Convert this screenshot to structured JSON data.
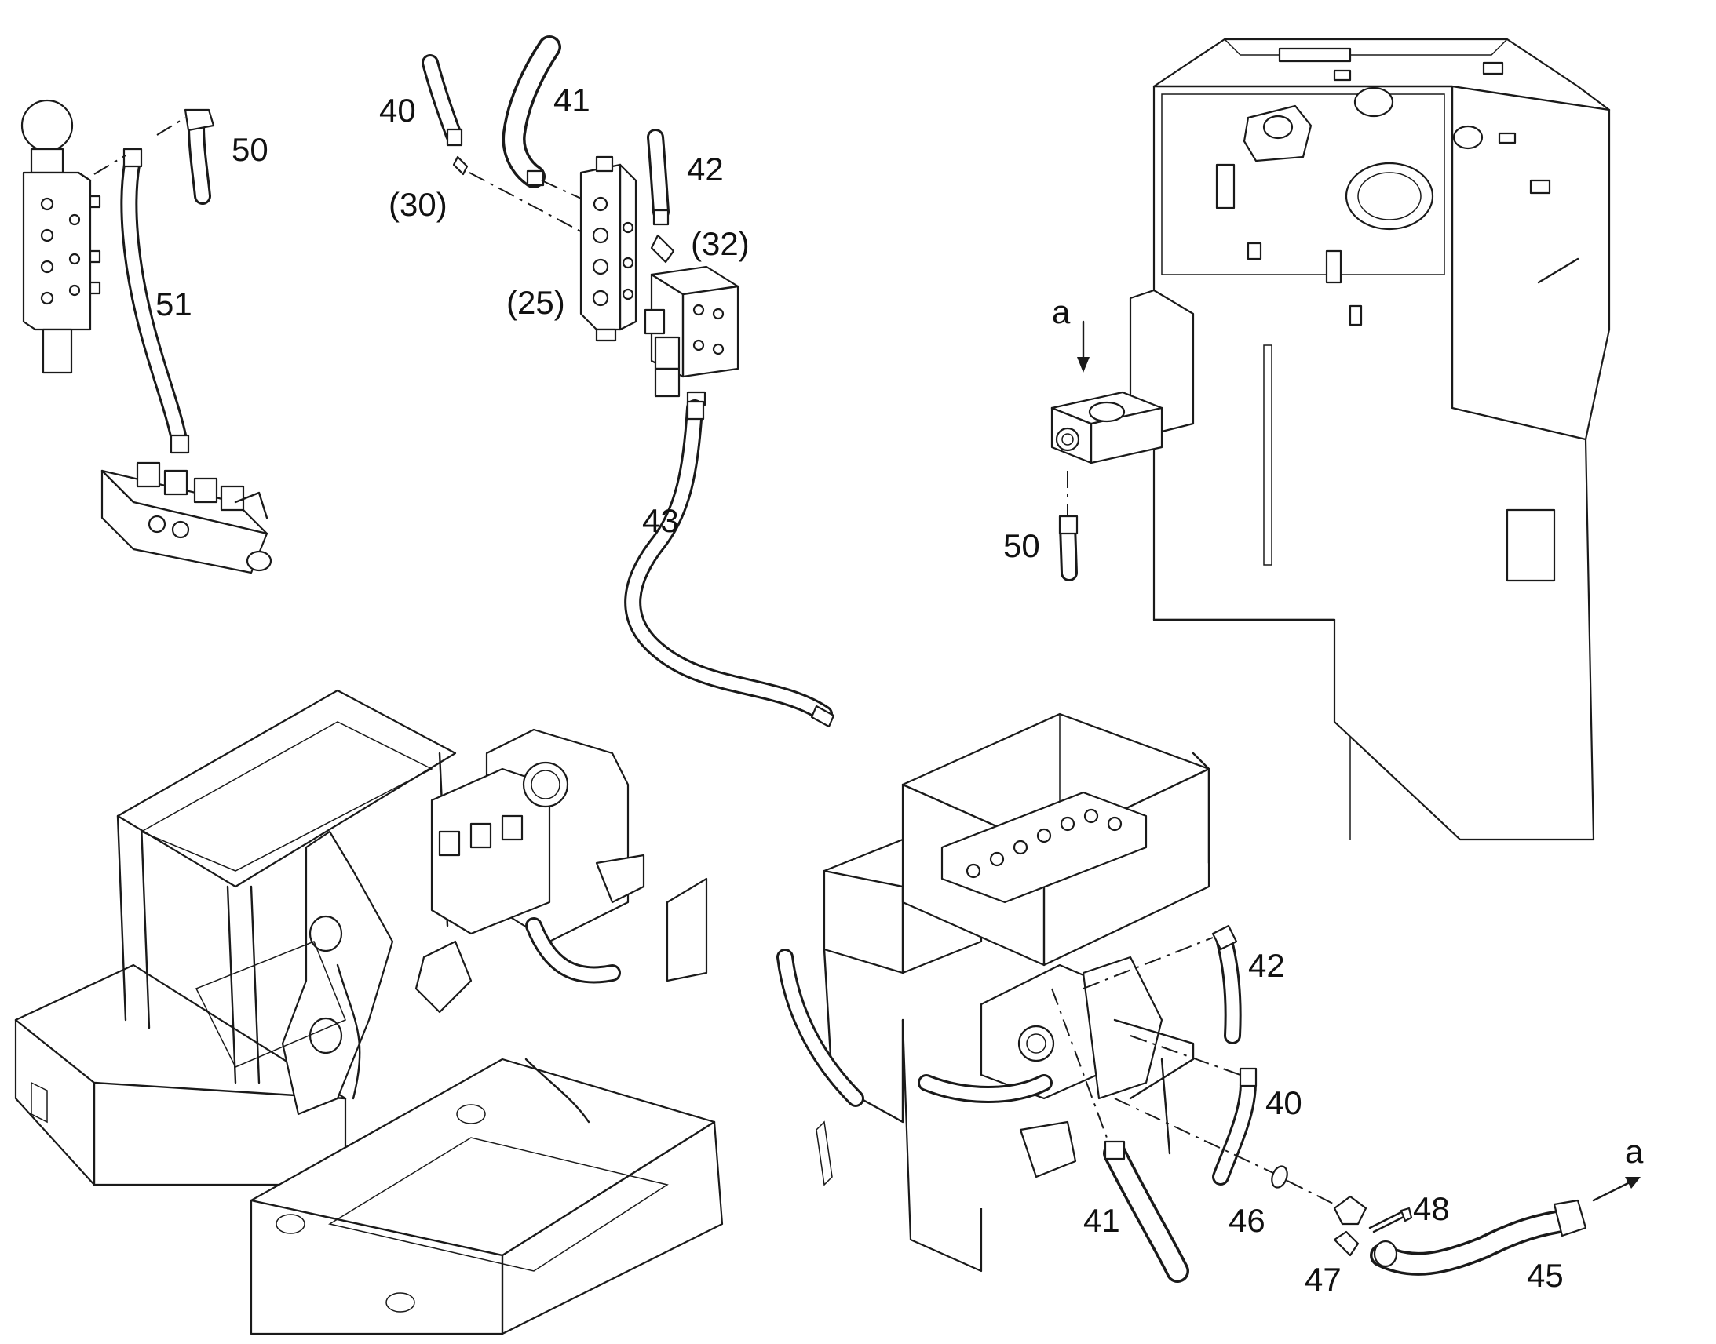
{
  "labels": {
    "p40_top": "40",
    "p41_top": "41",
    "p42_top": "42",
    "p30": "(30)",
    "p32": "(32)",
    "p25": "(25)",
    "p50_top": "50",
    "p51": "51",
    "p43": "43",
    "pa_top": "a",
    "p50_right": "50",
    "p42_bottom": "42",
    "p40_bottom": "40",
    "p41_bottom": "41",
    "p46": "46",
    "p48": "48",
    "p47": "47",
    "p45": "45",
    "pa_bottom": "a"
  }
}
